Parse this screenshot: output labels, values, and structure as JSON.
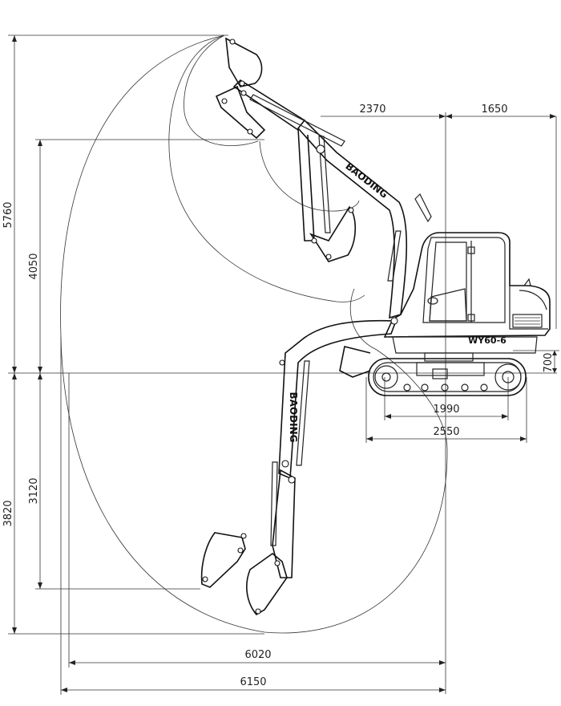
{
  "diagram": {
    "brand": "BAODING",
    "model": "WY60-6",
    "dimensions": {
      "max_height": "5760",
      "dump_height": "4050",
      "max_depth": "3820",
      "vertical_wall_depth": "3120",
      "reach_at_ground": "6020",
      "max_reach": "6150",
      "boom_offset": "2370",
      "tail_length": "1650",
      "ground_clearance": "700",
      "track_length_ground": "1990",
      "track_length": "2550"
    }
  }
}
